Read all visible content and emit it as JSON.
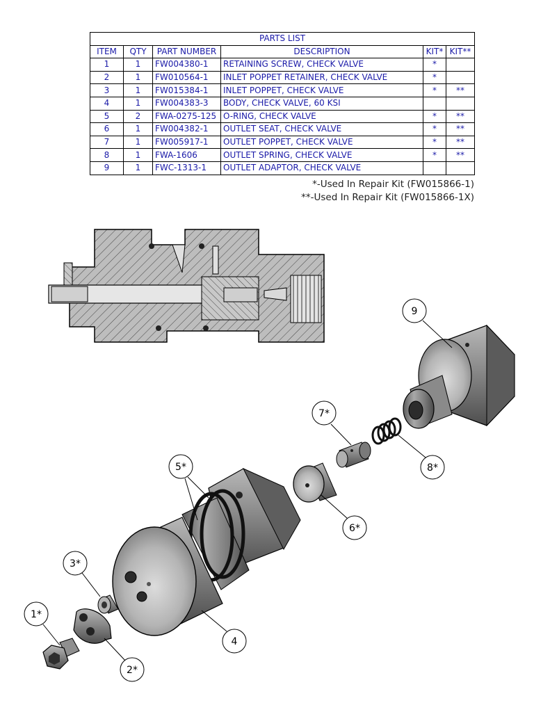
{
  "parts_list": {
    "title": "PARTS LIST",
    "headers": [
      "ITEM",
      "QTY",
      "PART NUMBER",
      "DESCRIPTION",
      "KIT*",
      "KIT**"
    ],
    "rows": [
      [
        "1",
        "1",
        "FW004380-1",
        "RETAINING SCREW, CHECK VALVE",
        "*",
        ""
      ],
      [
        "2",
        "1",
        "FW010564-1",
        "INLET POPPET RETAINER, CHECK VALVE",
        "*",
        ""
      ],
      [
        "3",
        "1",
        "FW015384-1",
        "INLET POPPET, CHECK VALVE",
        "*",
        "**"
      ],
      [
        "4",
        "1",
        "FW004383-3",
        "BODY, CHECK VALVE, 60 KSI",
        "",
        ""
      ],
      [
        "5",
        "2",
        "FWA-0275-125",
        "O-RING, CHECK VALVE",
        "*",
        "**"
      ],
      [
        "6",
        "1",
        "FW004382-1",
        "OUTLET SEAT, CHECK VALVE",
        "*",
        "**"
      ],
      [
        "7",
        "1",
        "FW005917-1",
        "OUTLET POPPET, CHECK VALVE",
        "*",
        "**"
      ],
      [
        "8",
        "1",
        "FWA-1606",
        "OUTLET SPRING, CHECK VALVE",
        "*",
        "**"
      ],
      [
        "9",
        "1",
        "FWC-1313-1",
        "OUTLET ADAPTOR, CHECK VALVE",
        "",
        ""
      ]
    ]
  },
  "notes": {
    "kit1": "*-Used In Repair Kit (FW015866-1)",
    "kit2": "**-Used In Repair Kit (FW015866-1X)"
  },
  "callouts": {
    "c1": "1*",
    "c2": "2*",
    "c3": "3*",
    "c4": "4",
    "c5": "5*",
    "c6": "6*",
    "c7": "7*",
    "c8": "8*",
    "c9": "9"
  },
  "colors": {
    "table_text": "#1a1aa8",
    "metal_dark": "#5a5a5a",
    "metal_mid": "#8c8c8c",
    "metal_light": "#d2d2d2",
    "section_fill": "#bdbdbd"
  }
}
